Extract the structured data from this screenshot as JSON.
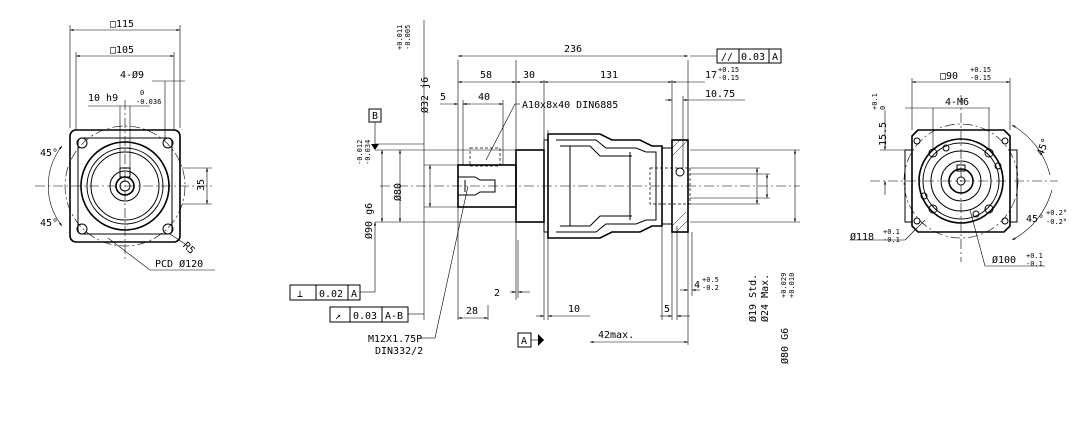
{
  "front_view": {
    "square_outer": "□115",
    "square_inner": "□105",
    "holes": "4-Ø9",
    "keyway": "10 h9",
    "keyway_tol_upper": "0",
    "keyway_tol_lower": "-0.036",
    "angle_top": "45°",
    "angle_bottom": "45°",
    "height_35": "35",
    "radius": "R5",
    "pcd": "PCD Ø120"
  },
  "side_view": {
    "shaft_fit": "Ø32 j6",
    "shaft_fit_tol_upper": "+0.011",
    "shaft_fit_tol_lower": "-0.005",
    "total_length": "236",
    "parallelism_frame": {
      "symbol": "//",
      "value": "0.03",
      "datum": "A"
    },
    "len_58": "58",
    "len_30": "30",
    "len_131": "131",
    "len_17": "17",
    "len_17_tol_upper": "+0.15",
    "len_17_tol_lower": "-0.15",
    "len_5_top": "5",
    "len_40": "40",
    "key_callout": "A10x8x40 DIN6885",
    "len_10_75": "10.75",
    "datum_b": "B",
    "pilot_dia": "Ø90 g6",
    "pilot_tol_upper": "-0.012",
    "pilot_tol_lower": "-0.034",
    "dia_80": "Ø80",
    "perp_frame": {
      "symbol": "⊥",
      "value": "0.02",
      "datum": "A"
    },
    "runout_frame": {
      "symbol": "↗",
      "value": "0.03",
      "datum": "A-B"
    },
    "thread_callout_1": "M12X1.75P",
    "thread_callout_2": "DIN332/2",
    "len_2": "2",
    "len_28": "28",
    "len_10": "10",
    "datum_a": "A",
    "len_5_bottom": "5",
    "len_4": "4",
    "len_4_tol_upper": "+0.5",
    "len_4_tol_lower": "-0.2",
    "max_42": "42max.",
    "dia_19_std": "Ø19 Std.",
    "dia_24_max": "Ø24 Max.",
    "bore_fit": "Ø80 G6",
    "bore_tol_upper": "+0.029",
    "bore_tol_lower": "+0.010"
  },
  "rear_view": {
    "square": "□90",
    "square_tol_upper": "+0.15",
    "square_tol_lower": "-0.15",
    "threads": "4-M6",
    "height": "15.5",
    "height_tol_upper": "+0.1",
    "height_tol_lower": "0",
    "angle_top": "45°",
    "angle_bottom": "45°",
    "angle_bottom_tol_upper": "+0.2°",
    "angle_bottom_tol_lower": "-0.2°",
    "dia_118": "Ø118",
    "dia_118_tol_upper": "+0.1",
    "dia_118_tol_lower": "-0.1",
    "dia_100": "Ø100",
    "dia_100_tol_upper": "+0.1",
    "dia_100_tol_lower": "-0.1"
  }
}
